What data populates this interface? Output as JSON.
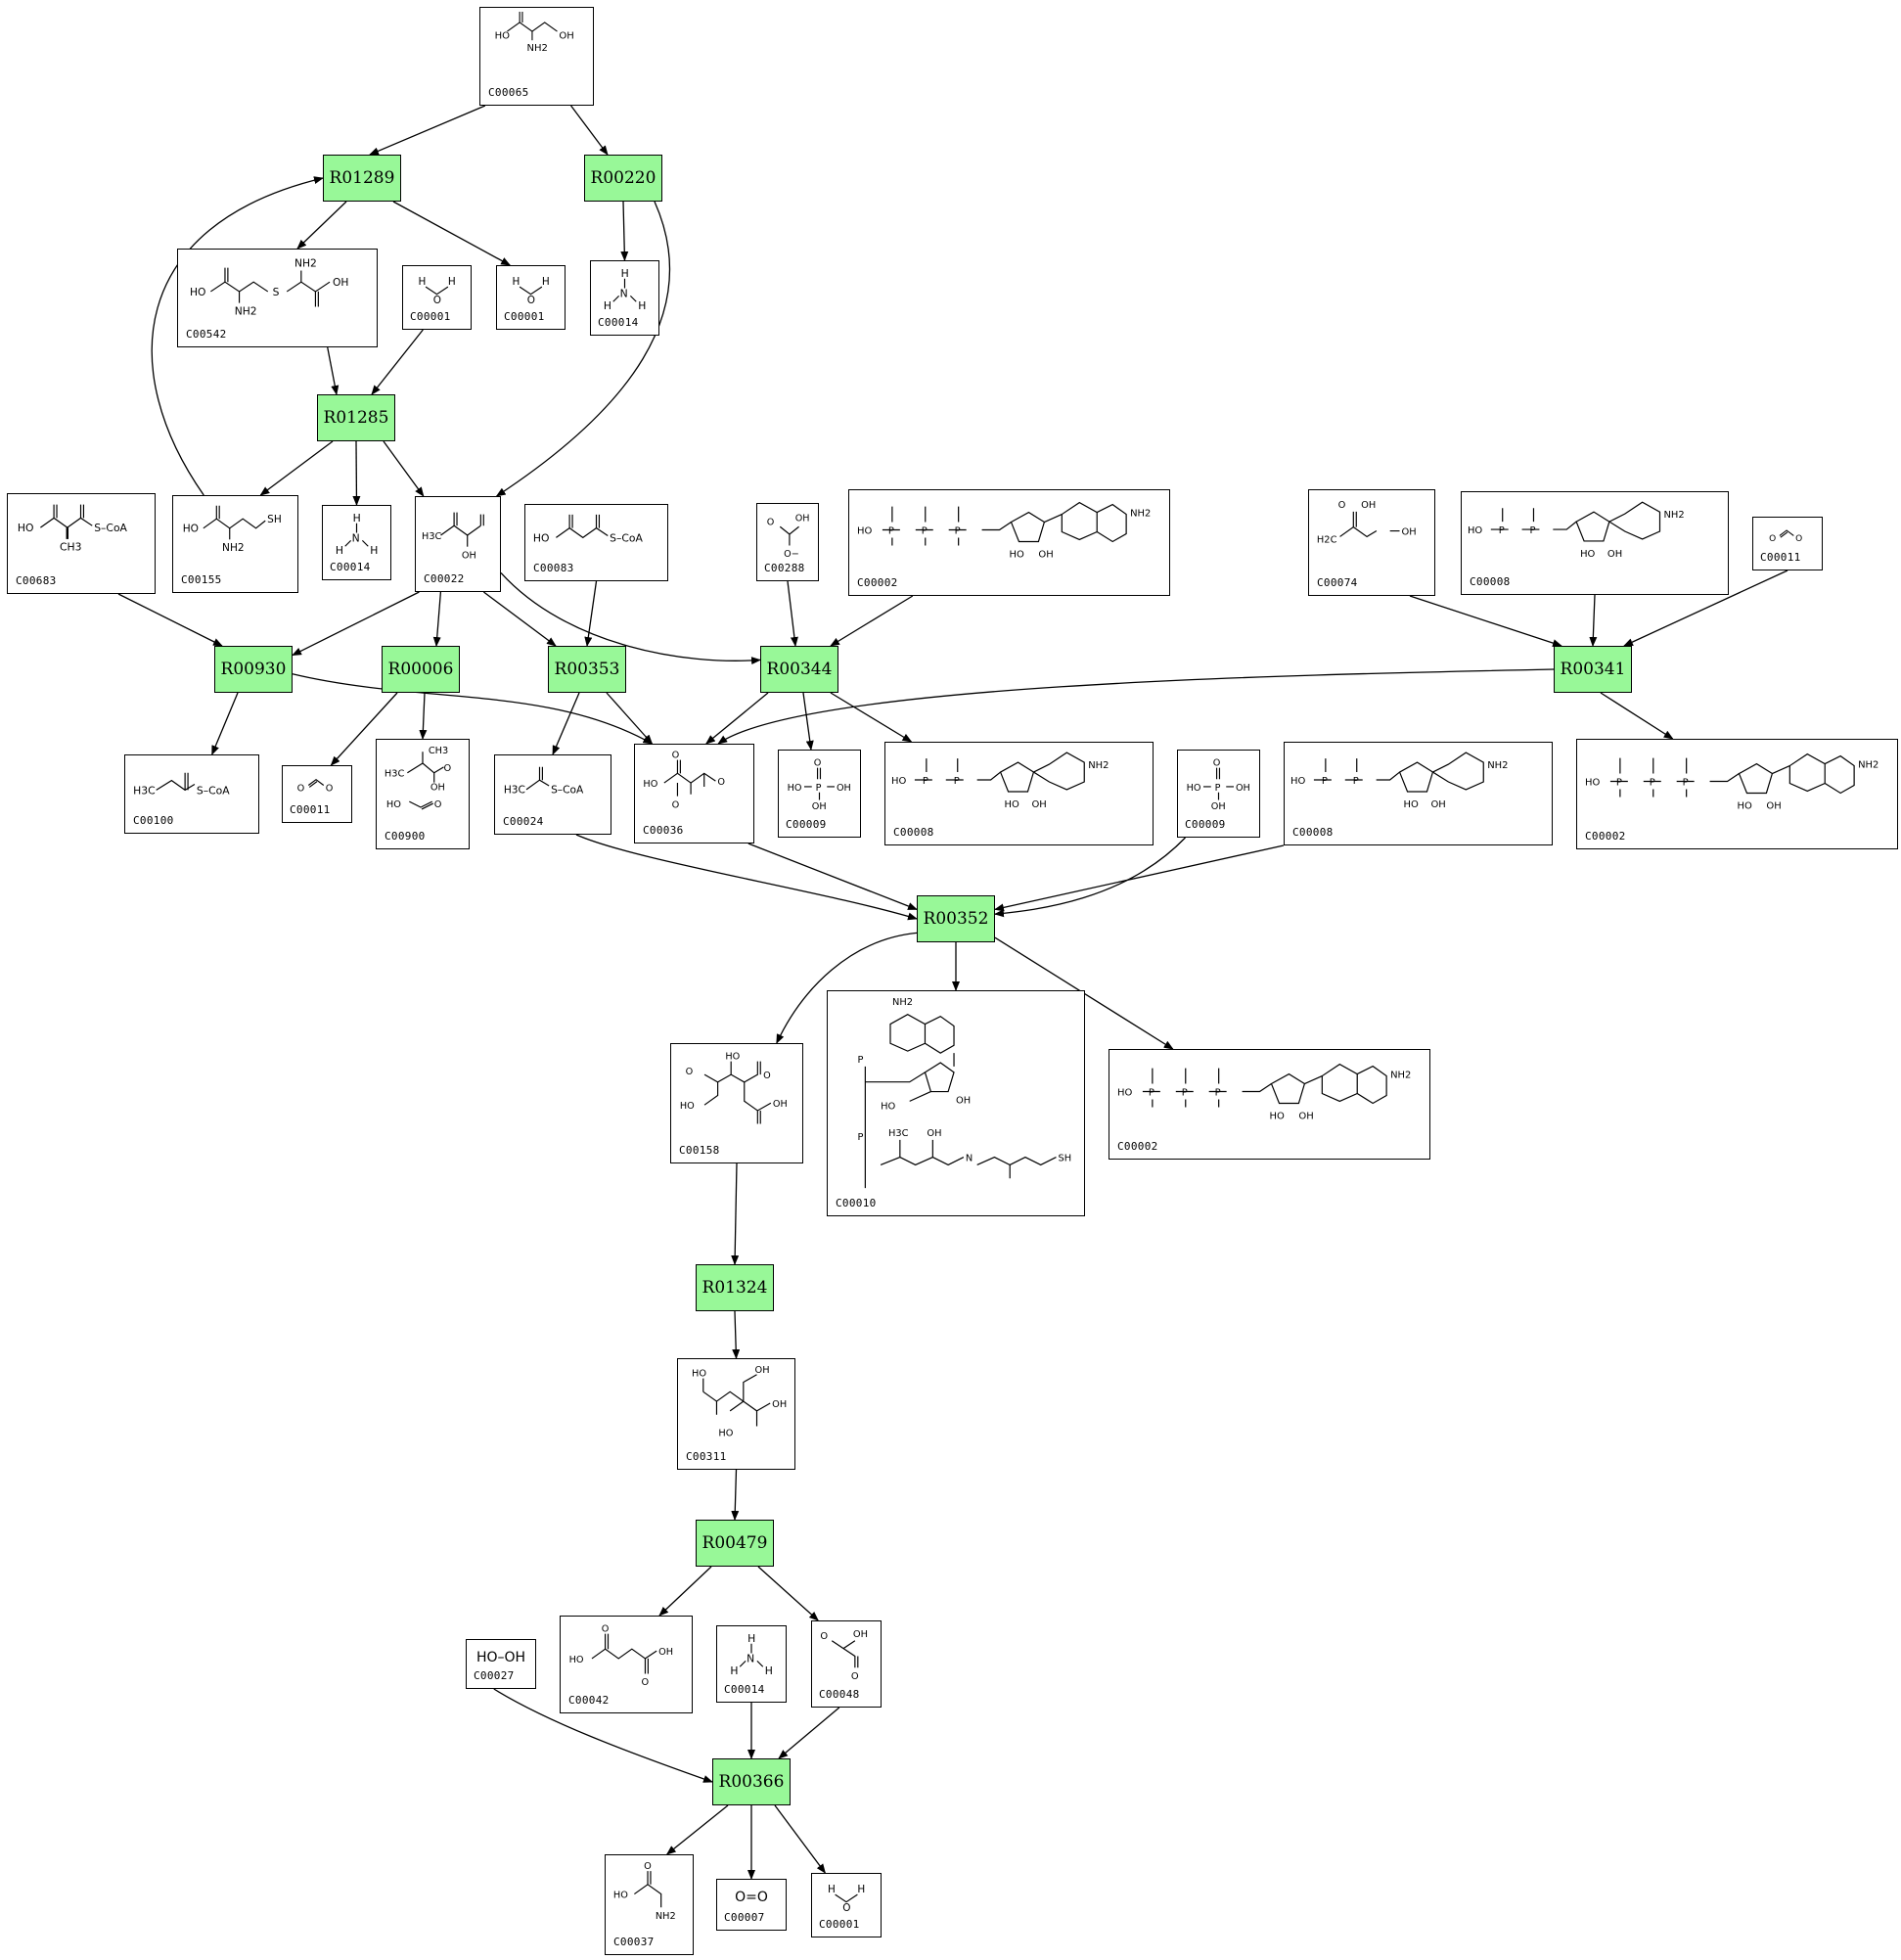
{
  "reactions": [
    {
      "id": "R01289",
      "label": "R01289"
    },
    {
      "id": "R00220",
      "label": "R00220"
    },
    {
      "id": "R01285",
      "label": "R01285"
    },
    {
      "id": "R00930",
      "label": "R00930"
    },
    {
      "id": "R00006",
      "label": "R00006"
    },
    {
      "id": "R00353",
      "label": "R00353"
    },
    {
      "id": "R00344",
      "label": "R00344"
    },
    {
      "id": "R00341",
      "label": "R00341"
    },
    {
      "id": "R00352",
      "label": "R00352"
    },
    {
      "id": "R01324",
      "label": "R01324"
    },
    {
      "id": "R00479",
      "label": "R00479"
    },
    {
      "id": "R00366",
      "label": "R00366"
    }
  ],
  "compounds": [
    {
      "key": "c00065",
      "label": "C00065"
    },
    {
      "key": "c00542",
      "label": "C00542"
    },
    {
      "key": "c00001a",
      "label": "C00001"
    },
    {
      "key": "c00001b",
      "label": "C00001"
    },
    {
      "key": "c00014a",
      "label": "C00014"
    },
    {
      "key": "c00683",
      "label": "C00683"
    },
    {
      "key": "c00155",
      "label": "C00155"
    },
    {
      "key": "c00014b",
      "label": "C00014"
    },
    {
      "key": "c00022",
      "label": "C00022"
    },
    {
      "key": "c00083",
      "label": "C00083"
    },
    {
      "key": "c00288",
      "label": "C00288"
    },
    {
      "key": "c00002a",
      "label": "C00002"
    },
    {
      "key": "c00074",
      "label": "C00074"
    },
    {
      "key": "c00008a",
      "label": "C00008"
    },
    {
      "key": "c00011a",
      "label": "C00011"
    },
    {
      "key": "c00100",
      "label": "C00100"
    },
    {
      "key": "c00011b",
      "label": "C00011"
    },
    {
      "key": "c00900",
      "label": "C00900"
    },
    {
      "key": "c00024",
      "label": "C00024"
    },
    {
      "key": "c00036",
      "label": "C00036"
    },
    {
      "key": "c00009a",
      "label": "C00009"
    },
    {
      "key": "c00008b",
      "label": "C00008"
    },
    {
      "key": "c00009b",
      "label": "C00009"
    },
    {
      "key": "c00008c",
      "label": "C00008"
    },
    {
      "key": "c00002b",
      "label": "C00002"
    },
    {
      "key": "c00158",
      "label": "C00158"
    },
    {
      "key": "c00010",
      "label": "C00010"
    },
    {
      "key": "c00002c",
      "label": "C00002"
    },
    {
      "key": "c00311",
      "label": "C00311"
    },
    {
      "key": "c00027",
      "label": "C00027",
      "formula": "HO–OH"
    },
    {
      "key": "c00042",
      "label": "C00042"
    },
    {
      "key": "c00014c",
      "label": "C00014"
    },
    {
      "key": "c00048",
      "label": "C00048"
    },
    {
      "key": "c00037",
      "label": "C00037"
    },
    {
      "key": "c00007",
      "label": "C00007",
      "formula": "O=O"
    },
    {
      "key": "c00001c",
      "label": "C00001"
    }
  ],
  "atom_labels": {
    "ho": "HO",
    "oh": "OH",
    "nh2": "NH2",
    "h": "H",
    "n": "N",
    "o": "O",
    "s": "S",
    "sh": "SH",
    "scoa": "S–CoA",
    "ch3": "CH3",
    "h3c": "H3C",
    "h2c": "H2C",
    "p": "P",
    "o_minus": "O−"
  }
}
